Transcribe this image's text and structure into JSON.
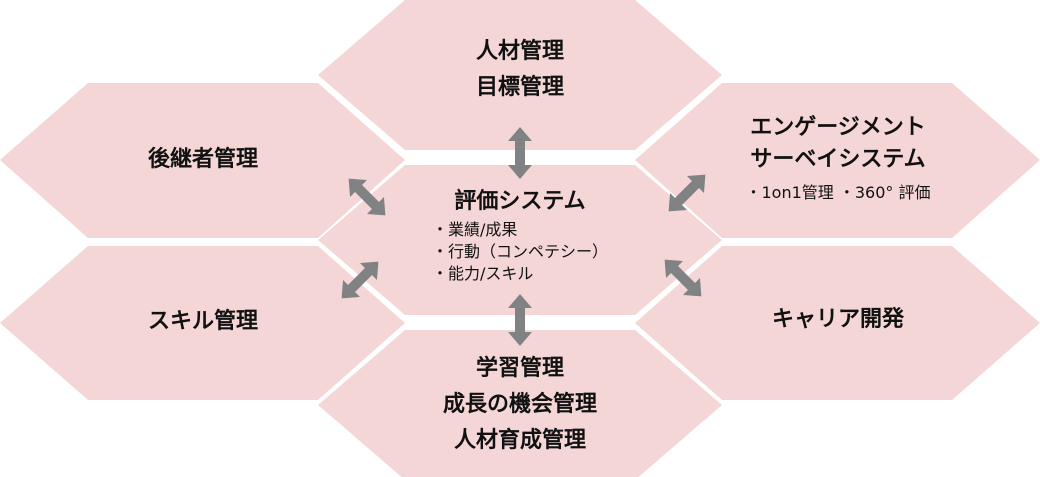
{
  "colors": {
    "hex_fill": "#f5d6d7",
    "arrow": "#808284"
  },
  "nodes": {
    "top": {
      "lines": [
        "人材管理",
        "目標管理"
      ]
    },
    "top_left": {
      "lines": [
        "後継者管理"
      ]
    },
    "top_right": {
      "lines": [
        "エンゲージメント",
        "サーベイシステム"
      ],
      "sub": "・1on1管理 ・360° 評価"
    },
    "center": {
      "title": "評価システム",
      "items": [
        "・業績/成果",
        "・行動（コンペテシー）",
        "・能力/スキル"
      ]
    },
    "bottom_left": {
      "lines": [
        "スキル管理"
      ]
    },
    "bottom_right": {
      "lines": [
        "キャリア開発"
      ]
    },
    "bottom": {
      "lines": [
        "学習管理",
        "成長の機会管理",
        "人材育成管理"
      ]
    }
  }
}
